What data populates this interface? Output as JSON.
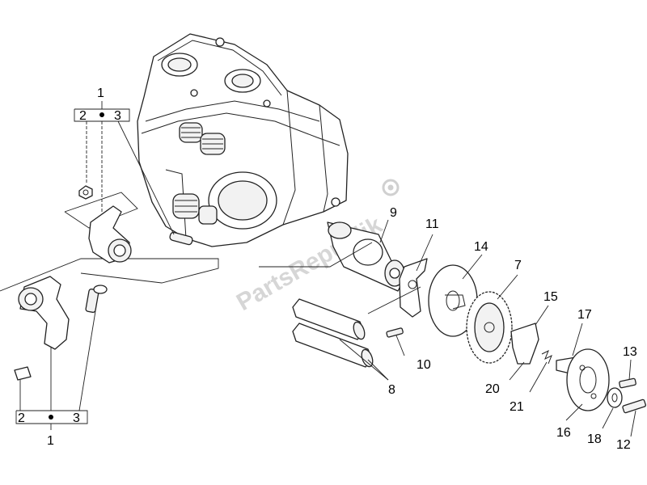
{
  "watermark": "PartsRepublik",
  "callouts": [
    {
      "id": "1a",
      "text": "1"
    },
    {
      "id": "2a",
      "text": "2"
    },
    {
      "id": "3a",
      "text": "3"
    },
    {
      "id": "9",
      "text": "9"
    },
    {
      "id": "11",
      "text": "11"
    },
    {
      "id": "14",
      "text": "14"
    },
    {
      "id": "7",
      "text": "7"
    },
    {
      "id": "15",
      "text": "15"
    },
    {
      "id": "17",
      "text": "17"
    },
    {
      "id": "10",
      "text": "10"
    },
    {
      "id": "8",
      "text": "8"
    },
    {
      "id": "13",
      "text": "13"
    },
    {
      "id": "20",
      "text": "20"
    },
    {
      "id": "21",
      "text": "21"
    },
    {
      "id": "16",
      "text": "16"
    },
    {
      "id": "18",
      "text": "18"
    },
    {
      "id": "12",
      "text": "12"
    },
    {
      "id": "2b",
      "text": "2"
    },
    {
      "id": "3b",
      "text": "3"
    },
    {
      "id": "1b",
      "text": "1"
    }
  ]
}
